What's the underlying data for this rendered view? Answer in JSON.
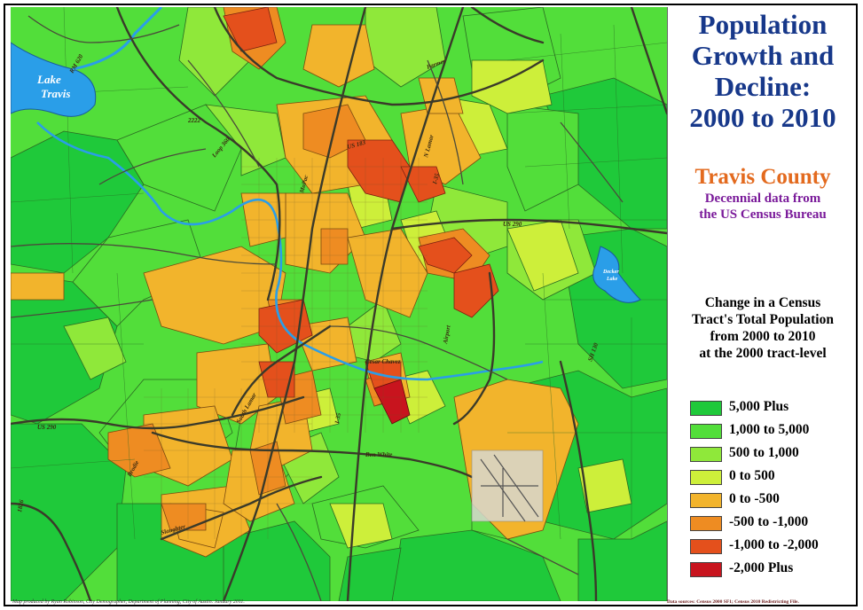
{
  "title": {
    "line1": "Population",
    "line2": "Growth and",
    "line3": "Decline:",
    "line4": "2000 to 2010"
  },
  "county": "Travis County",
  "subtitle": {
    "line1": "Decennial data from",
    "line2": "the US Census Bureau"
  },
  "change_title": {
    "line1": "Change in a Census",
    "line2": "Tract's Total Population",
    "line3": "from 2000 to 2010",
    "line4": "at the 2000 tract-level"
  },
  "legend": [
    {
      "label": "5,000 Plus",
      "color": "#1fc93a"
    },
    {
      "label": "1,000 to 5,000",
      "color": "#52de3a"
    },
    {
      "label": "500 to 1,000",
      "color": "#8fe83a"
    },
    {
      "label": "0 to 500",
      "color": "#cdef3a"
    },
    {
      "label": "0 to -500",
      "color": "#f2b42c"
    },
    {
      "label": "-500 to -1,000",
      "color": "#ee8c22"
    },
    {
      "label": "-1,000 to -2,000",
      "color": "#e4501c"
    },
    {
      "label": "-2,000 Plus",
      "color": "#c8141e"
    }
  ],
  "map_labels": {
    "lake_travis_1": "Lake",
    "lake_travis_2": "Travis",
    "decker_lake_1": "Decker",
    "decker_lake_2": "Lake",
    "rm620": "RM 620",
    "parmer": "Parmer",
    "r2222": "2222",
    "loop360": "Loop 360",
    "us183": "US 183",
    "mopac": "MoPac",
    "lamar": "N Lamar",
    "ih35": "I-35",
    "us290e": "US 290",
    "sh130": "SH 130",
    "cesar_chavez": "Cesar Chavez",
    "south_lamar": "South Lamar",
    "us290w": "US 290",
    "ben_white": "Ben White",
    "slaughter": "Slaughter",
    "r1826": "1826",
    "brodie": "Brodie",
    "ih35s": "I-35",
    "airport": "Airport"
  },
  "credit": "Map produced by Ryan Robinson, City Demographer, Department of Planning, City of Austin. January 2011.",
  "sources": "Data sources: Census 2000 SF1; Census 2010 Redistricting File."
}
